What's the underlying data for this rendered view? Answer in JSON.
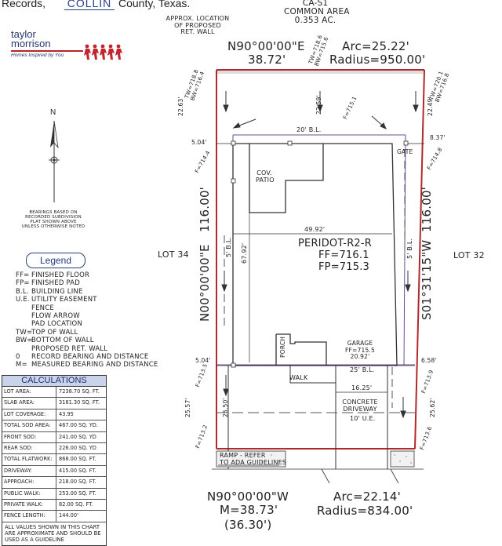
{
  "header": {
    "records_prefix": "Records,",
    "county_name": "COLLIN",
    "county_suffix": "County, Texas."
  },
  "logo": {
    "line1": "taylor",
    "line2": "morrison",
    "tagline": "Homes Inspired by You"
  },
  "north": {
    "letter": "N",
    "note": "BEARINGS BASED ON\nRECORDED SUBDIVISION\nPLAT SHOWN ABOVE\nUNLESS OTHERWISE NOTED"
  },
  "legend": {
    "title": "Legend",
    "items": [
      {
        "key": "FF=",
        "desc": "FINISHED FLOOR"
      },
      {
        "key": "FP=",
        "desc": "FINISHED PAD"
      },
      {
        "key": "B.L.",
        "desc": "BUILDING LINE"
      },
      {
        "key": "U.E.",
        "desc": "UTILITY EASEMENT"
      },
      {
        "key": "",
        "desc": "FENCE"
      },
      {
        "key": "",
        "desc": "FLOW ARROW"
      },
      {
        "key": "",
        "desc": "PAD LOCATION"
      },
      {
        "key": "TW=",
        "desc": "TOP OF WALL"
      },
      {
        "key": "BW=",
        "desc": "BOTTOM OF WALL"
      },
      {
        "key": "",
        "desc": "PROPOSED RET. WALL"
      },
      {
        "key": "0",
        "desc": "RECORD BEARING AND DISTANCE"
      },
      {
        "key": "M=",
        "desc": "MEASURED BEARING AND DISTANCE"
      }
    ]
  },
  "calculations": {
    "title": "CALCULATIONS",
    "rows": [
      {
        "label": "LOT AREA:",
        "value": "7238.70 SQ. FT."
      },
      {
        "label": "SLAB AREA:",
        "value": "3181.30 SQ. FT."
      },
      {
        "label": "LOT COVERAGE:",
        "value": "43.95"
      },
      {
        "label": "TOTAL SOD AREA:",
        "value": "467.00 SQ. YD."
      },
      {
        "label": "FRONT SOD:",
        "value": "241.00 SQ. YD"
      },
      {
        "label": "REAR SOD:",
        "value": "226.00 SQ. YD"
      },
      {
        "label": "TOTAL FLATWORK:",
        "value": "868.00 SQ. FT."
      },
      {
        "label": "DRIVEWAY:",
        "value": "415.00 SQ. FT."
      },
      {
        "label": "APPROACH:",
        "value": "218.00 SQ. FT."
      },
      {
        "label": "PUBLIC WALK:",
        "value": "253.00 SQ. FT."
      },
      {
        "label": "PRIVATE WALK:",
        "value": "82.00 SQ. FT."
      },
      {
        "label": "FENCE LENGTH:",
        "value": "144.00'"
      }
    ],
    "note": "ALL VALUES SHOWN IN THIS CHART\nARE APPROXIMATE AND SHOULD BE\nUSED AS A GUIDELINE"
  },
  "plan": {
    "common_area": "CA-S1\nCOMMON AREA\n0.353 AC.",
    "ret_wall_note": "APPROX. LOCATION\nOF PROPOSED\nRET. WALL",
    "top_bearing": "N90°00'00\"E",
    "top_distance": "38.72'",
    "top_arc": "Arc=25.22'",
    "top_radius": "Radius=950.00'",
    "bottom_bearing": "N90°00'00\"W",
    "bottom_measured": "M=38.73'",
    "bottom_record": "(36.30')",
    "bottom_arc": "Arc=22.14'",
    "bottom_radius": "Radius=834.00'",
    "left_bearing": "N00°00'00\"E",
    "left_distance": "116.00'",
    "right_bearing": "S01°31'15\"W",
    "right_distance": "116.00'",
    "lot_left": "LOT 34",
    "lot_right": "LOT 32",
    "house_name": "PERIDOT-R2-R",
    "house_ff": "FF=716.1",
    "house_fp": "FP=715.3",
    "house_width": "49.92'",
    "house_depth": "67.92'",
    "rear_bl": "20' B.L.",
    "side_bl_left": "5' B.L.",
    "side_bl_right": "5' B.L.",
    "cov_patio": "COV.\nPATIO",
    "gate": "GATE",
    "porch": "PORCH",
    "garage": "GARAGE\nFF=715.5\n20.92'",
    "front_bl": "25' B.L.",
    "walk": "WALK",
    "driveway_width": "16.25'",
    "driveway": "CONCRETE\nDRIVEWAY",
    "ue": "10' U.E.",
    "ramp_note": "RAMP - REFER\nTO ADA GUIDELINES",
    "dim_504_top": "5.04'",
    "dim_837": "8.37'",
    "dim_504_bottom": "5.04'",
    "dim_658": "6.58'",
    "dim_2263": "22.63'",
    "dim_2259": "22.59'",
    "dim_2249": "22.49'",
    "dim_2557": "25.57'",
    "dim_2550": "25.50'",
    "dim_2562": "25.62'",
    "tw_bw_left": "TW=718.8\nBW=716.4",
    "tw_bw_mid": "TW=718.6\nBW=715.6",
    "tw_bw_right": "TW=720.1\nBW=716.8",
    "f_7151": "F=715.1",
    "f_7148": "F=714.8",
    "f_7144": "F=714.4",
    "f_7135": "F=713.5",
    "f_7139": "F=713.9",
    "f_7132": "F=713.2",
    "f_7136": "F=713.6"
  }
}
